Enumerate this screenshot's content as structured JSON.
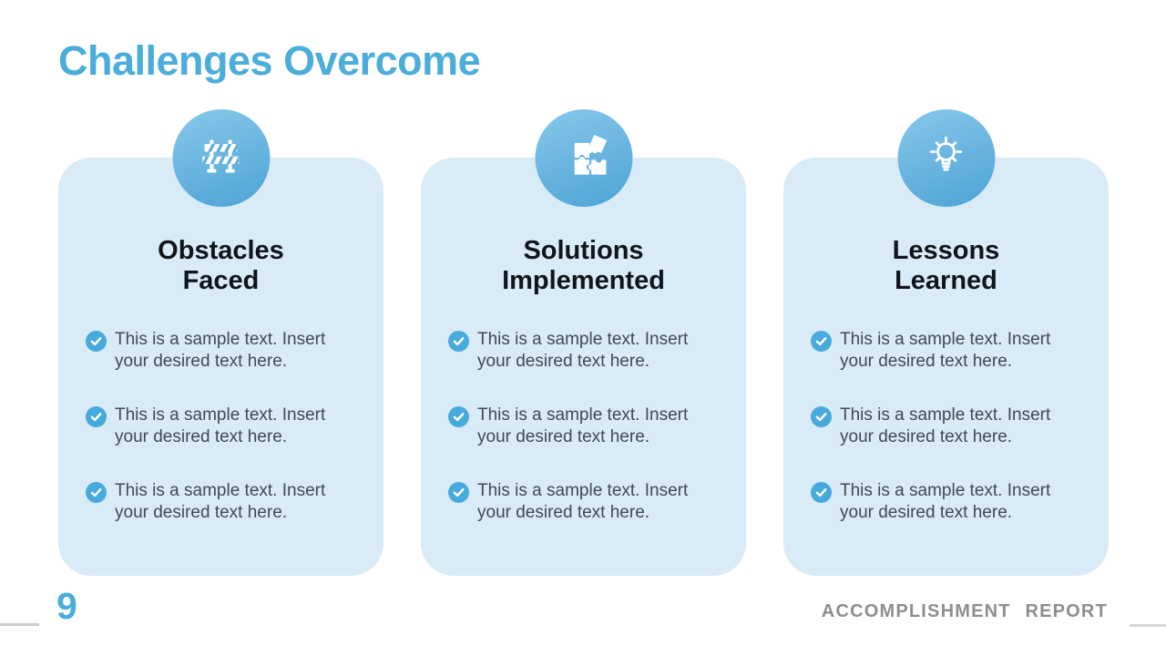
{
  "slide": {
    "title": "Challenges Overcome",
    "page_number": "9",
    "footer": "ACCOMPLISHMENT REPORT",
    "bullet_icon": "check-circle-icon"
  },
  "colors": {
    "accent_blue": "#4badda",
    "card_background": "#d9ebf7",
    "icon_circle_gradient_start": "#87c8ea",
    "icon_circle_gradient_end": "#4da3d6",
    "bullet_check": "#47aadc",
    "heading_text": "#10151c",
    "body_text": "#424a52",
    "footer_gray": "#8e8e8e"
  },
  "cards": [
    {
      "icon": "roadblock-icon",
      "heading": "Obstacles\nFaced",
      "bullets": [
        "This is a sample text. Insert\nyour desired text here.",
        "This is a sample text. Insert\nyour desired text here.",
        "This is a sample text. Insert\nyour desired text here."
      ]
    },
    {
      "icon": "puzzle-icon",
      "heading": "Solutions\nImplemented",
      "bullets": [
        "This is a sample text. Insert\nyour desired text here.",
        "This is a sample text. Insert\nyour desired text here.",
        "This is a sample text. Insert\nyour desired text here."
      ]
    },
    {
      "icon": "lightbulb-icon",
      "heading": "Lessons\nLearned",
      "bullets": [
        "This is a sample text. Insert\nyour desired text here.",
        "This is a sample text. Insert\nyour desired text here.",
        "This is a sample text. Insert\nyour desired text here."
      ]
    }
  ]
}
